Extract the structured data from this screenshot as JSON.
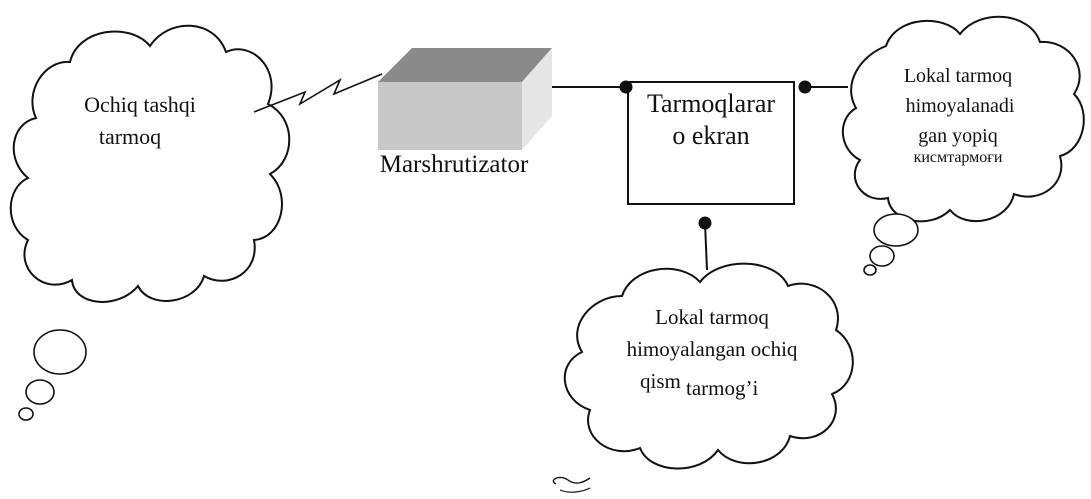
{
  "diagram": {
    "external_cloud": {
      "line1": "Ochiq tashqi",
      "line2": "tarmoq"
    },
    "router": {
      "label": "Marshrutizator"
    },
    "firewall": {
      "line1": "Tarmoqlarar",
      "line2": "o ekran"
    },
    "closed_cloud": {
      "line1": "Lokal tarmoq",
      "line2": "himoyalanadi",
      "line3": "gan yopiq",
      "line4": "кисмтармоғи"
    },
    "open_cloud": {
      "line1": "Lokal tarmoq",
      "line2": "himoyalangan ochiq",
      "line3_part1": "qism",
      "line3_part2": "tarmog’i"
    },
    "colors": {
      "stroke": "#111111",
      "router_top": "#8a8a8a",
      "router_front": "#c8c8c8",
      "router_side": "#e6e6e6"
    }
  }
}
